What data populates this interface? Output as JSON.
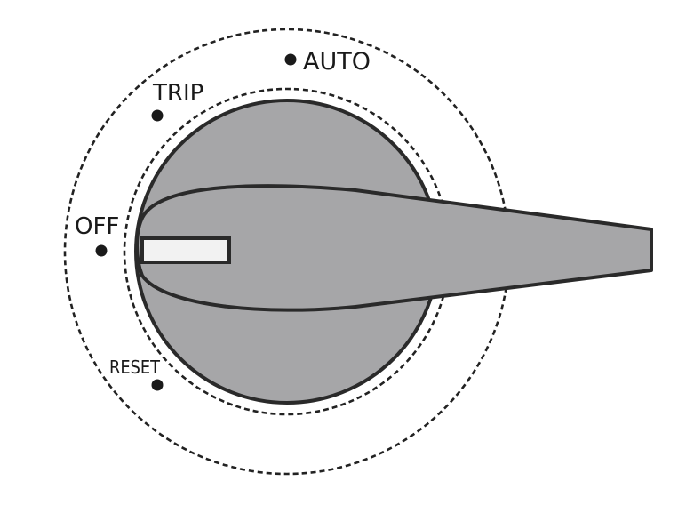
{
  "switch": {
    "positions": [
      {
        "id": "off",
        "label": "OFF"
      },
      {
        "id": "trip",
        "label": "TRIP"
      },
      {
        "id": "auto",
        "label": "AUTO"
      },
      {
        "id": "reset",
        "label": "RESET"
      }
    ],
    "colors": {
      "knob": "#a6a6a8",
      "outline": "#2a2a2a",
      "indicator": "#f2f2f2",
      "dashed_ring": "#222222",
      "dot": "#1a1a1a"
    }
  }
}
